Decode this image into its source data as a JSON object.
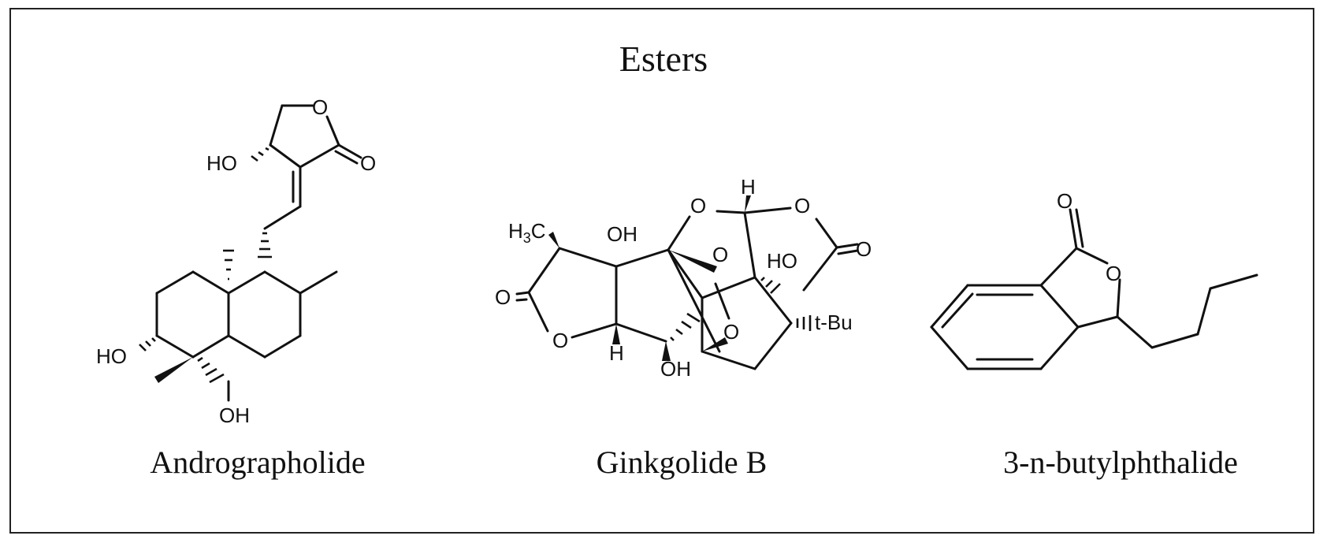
{
  "title": "Esters",
  "colors": {
    "ink": "#111111",
    "border": "#222222",
    "background": "#ffffff"
  },
  "compounds": [
    {
      "name": "Andrographolide",
      "atom_labels": {
        "oxygen": "O",
        "carbonyl_oxygen": "O",
        "hydroxyl_top": "HO",
        "hydroxyl_left": "HO",
        "hydroxyl_bottom": "OH"
      }
    },
    {
      "name": "Ginkgolide B",
      "atom_labels": {
        "methyl": "H",
        "methyl_sub": "3",
        "methyl_c": "C",
        "carbonyl_left": "O",
        "ring_o_left": "O",
        "h_bottom": "H",
        "oh_bottom": "OH",
        "oh_top": "OH",
        "o_top_left": "O",
        "h_top": "H",
        "o_top_right": "O",
        "carbonyl_right": "O",
        "o_bridge": "O",
        "o_center": "O",
        "ho_right": "HO",
        "tbu": "t-Bu"
      }
    },
    {
      "name": "3-n-butylphthalide",
      "atom_labels": {
        "carbonyl": "O",
        "ring_o": "O"
      }
    }
  ]
}
